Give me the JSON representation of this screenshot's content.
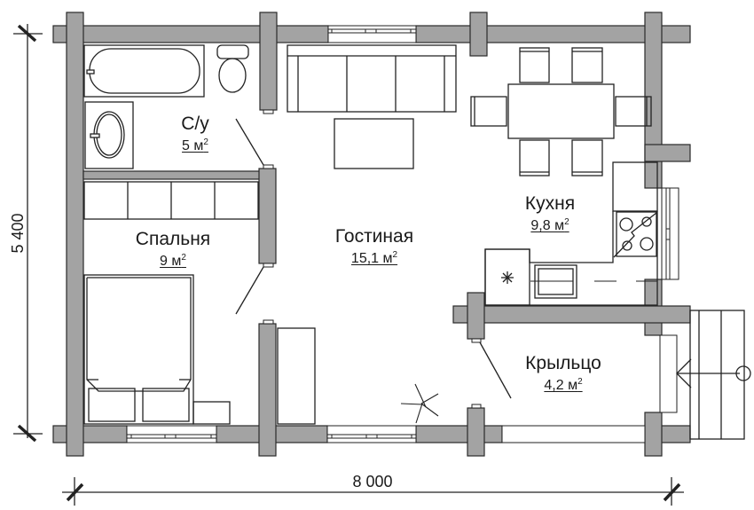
{
  "plan": {
    "title": "Floor plan",
    "colors": {
      "wall_fill": "#a3a3a3",
      "wall_stroke": "#2a2a2a",
      "line": "#222222",
      "background": "#ffffff"
    },
    "dimensions": {
      "width_label": "8 000",
      "height_label": "5 400"
    },
    "rooms": [
      {
        "id": "bathroom",
        "name": "С/у",
        "area": "5 м",
        "area_sup": "2"
      },
      {
        "id": "bedroom",
        "name": "Спальня",
        "area": "9 м",
        "area_sup": "2"
      },
      {
        "id": "living",
        "name": "Гостиная",
        "area": "15,1 м",
        "area_sup": "2"
      },
      {
        "id": "kitchen",
        "name": "Кухня",
        "area": "9,8 м",
        "area_sup": "2"
      },
      {
        "id": "porch",
        "name": "Крыльцо",
        "area": "4,2 м",
        "area_sup": "2"
      }
    ],
    "furniture": [
      "bathtub-icon",
      "toilet-icon",
      "sink-icon",
      "sofa-icon",
      "coffee-table-icon",
      "dining-table-icon",
      "chair-icon",
      "stove-icon",
      "kitchen-sink-icon",
      "fridge-icon",
      "wardrobe-icon",
      "bed-icon",
      "nightstand-icon",
      "floor-lamp-icon",
      "stairs-icon",
      "entrance-arrow-icon"
    ]
  }
}
